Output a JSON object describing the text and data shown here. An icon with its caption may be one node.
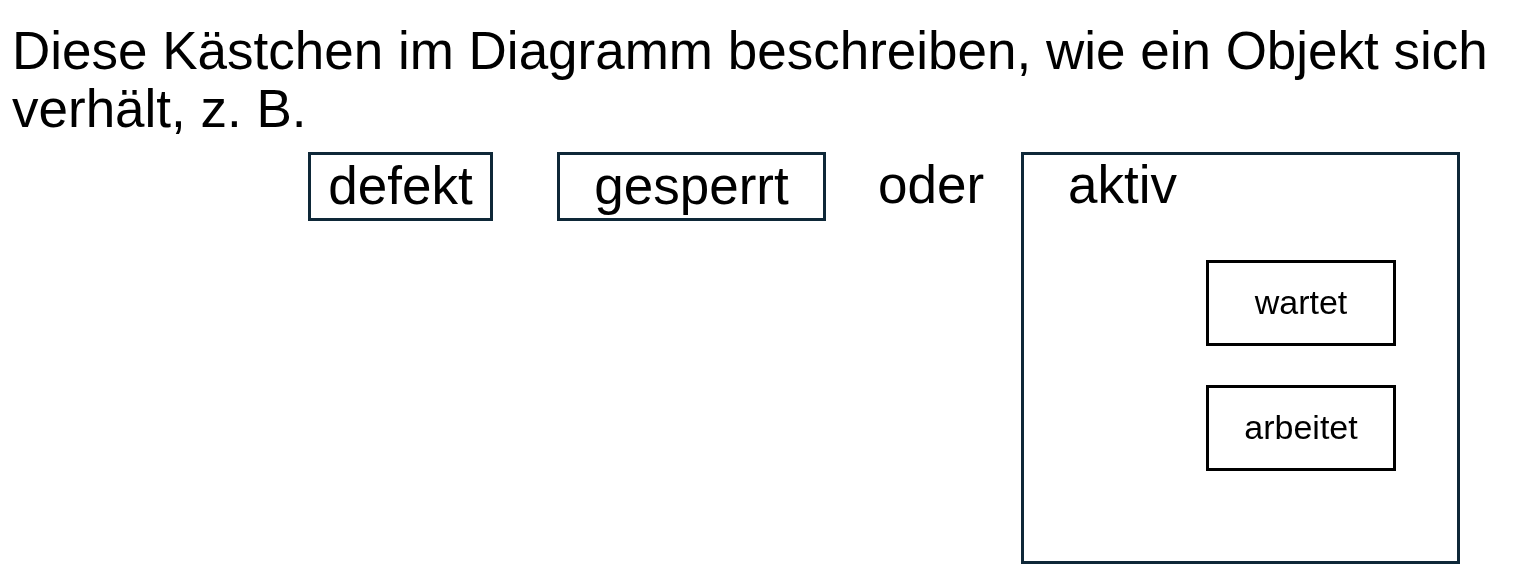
{
  "diagram": {
    "nodes": [
      {
        "text": [
          "defekt"
        ]
      },
      {
        "text": [
          "gesperrt"
        ]
      },
      {
        "text": [
          "aktiv"
        ]
      },
      {
        "text": [
          "wartet"
        ],
        "in": 2
      },
      {
        "text": [
          "arbeitet"
        ],
        "in": 2
      }
    ],
    "labels": [
      "Diese Kästchen im Diagramm beschreiben, wie ein Objekt sich verhält, z. B.",
      "oder"
    ]
  }
}
